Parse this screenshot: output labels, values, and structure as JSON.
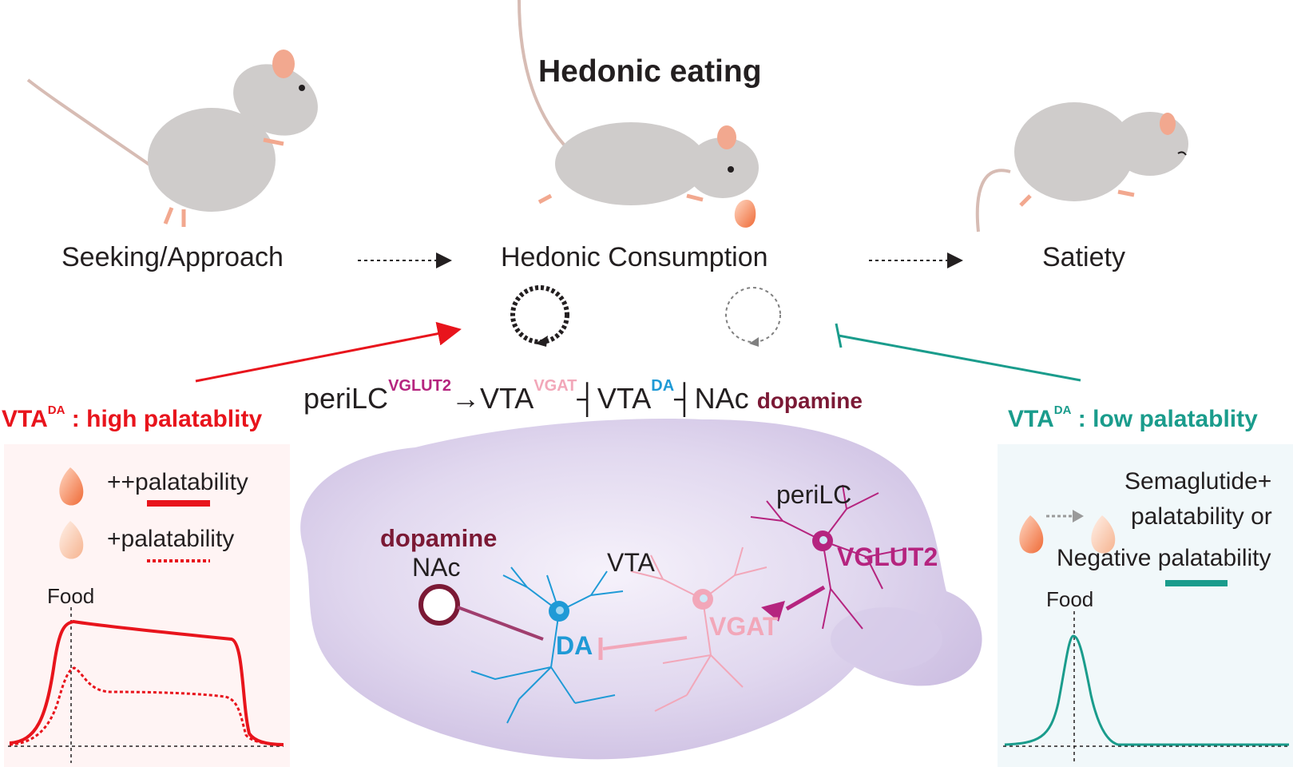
{
  "title": "Hedonic eating",
  "stages": [
    "Seeking/Approach",
    "Hedonic Consumption",
    "Satiety"
  ],
  "circuit": {
    "pre1": "periLC",
    "sup1": "VGLUT2",
    "arrow": "→VTA",
    "sup2": "VGAT",
    "mid": "VTA",
    "sup3": "DA",
    "end": "NAc",
    "dopamine": "dopamine"
  },
  "left_panel": {
    "heading_main": "VTA",
    "heading_sup": "DA",
    "heading_rest": " : high palatablity",
    "legend_high": "++palatability",
    "legend_low": "+palatability",
    "food_label": "Food"
  },
  "right_panel": {
    "heading_main": "VTA",
    "heading_sup": "DA",
    "heading_rest": " : low palatablity",
    "line1": "Semaglutide+",
    "line2": "palatability or",
    "line3": "Negative palatability",
    "food_label": "Food"
  },
  "brain": {
    "dopamine": "dopamine",
    "nac": "NAc",
    "vta": "VTA",
    "periLC": "periLC",
    "vglut2": "VGLUT2",
    "vgat": "VGAT",
    "da": "DA"
  },
  "colors": {
    "red": "#e8141c",
    "teal": "#1a9c8c",
    "magenta": "#b5247f",
    "pink": "#f2a7b9",
    "blue": "#1f9ad6",
    "maroon": "#7b1935",
    "brain": "#ddd3ee",
    "mouse": "#cfcccb"
  }
}
